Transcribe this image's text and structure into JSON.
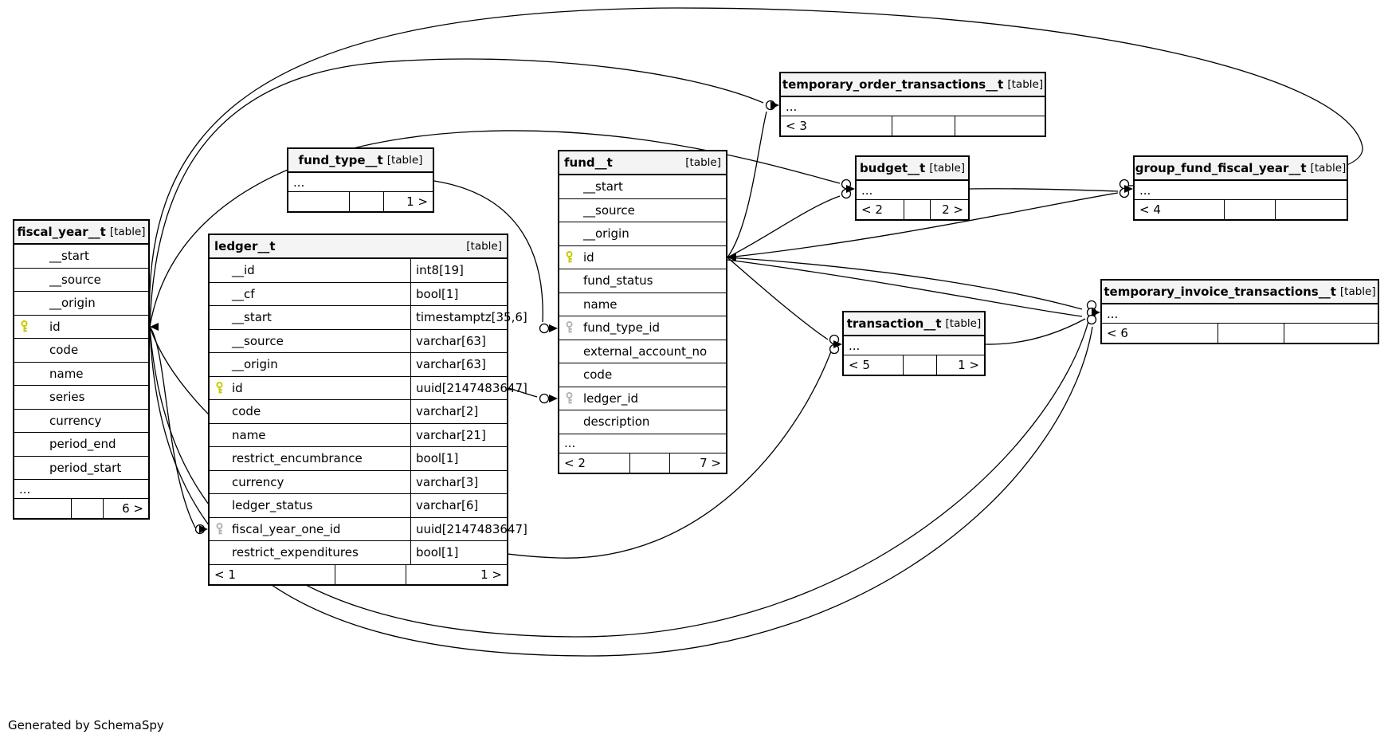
{
  "generator_note": "Generated by SchemaSpy",
  "colors": {
    "primary_key": "#c9c900",
    "foreign_key": "#b4b4b4",
    "header_bg": "#f4f4f4",
    "border": "#000000",
    "background": "#ffffff"
  },
  "tables": [
    {
      "id": "fiscal_year_t",
      "title": "fiscal_year__t",
      "tag": "[table]",
      "columns": [
        {
          "name": "__start"
        },
        {
          "name": "__source"
        },
        {
          "name": "__origin"
        },
        {
          "name": "id",
          "key": "primary"
        },
        {
          "name": "code"
        },
        {
          "name": "name"
        },
        {
          "name": "series"
        },
        {
          "name": "currency"
        },
        {
          "name": "period_end"
        },
        {
          "name": "period_start"
        }
      ],
      "ellipsis": "...",
      "footer": {
        "left": "",
        "mid": "",
        "right": "6 >"
      }
    },
    {
      "id": "fund_type_t",
      "title": "fund_type__t",
      "tag": "[table]",
      "columns": [],
      "ellipsis": "...",
      "footer": {
        "left": "",
        "mid": "",
        "right": "1 >"
      }
    },
    {
      "id": "ledger_t",
      "title": "ledger__t",
      "tag": "[table]",
      "columns": [
        {
          "name": "__id",
          "type": "int8[19]"
        },
        {
          "name": "__cf",
          "type": "bool[1]"
        },
        {
          "name": "__start",
          "type": "timestamptz[35,6]"
        },
        {
          "name": "__source",
          "type": "varchar[63]"
        },
        {
          "name": "__origin",
          "type": "varchar[63]"
        },
        {
          "name": "id",
          "type": "uuid[2147483647]",
          "key": "primary"
        },
        {
          "name": "code",
          "type": "varchar[2]"
        },
        {
          "name": "name",
          "type": "varchar[21]"
        },
        {
          "name": "restrict_encumbrance",
          "type": "bool[1]"
        },
        {
          "name": "currency",
          "type": "varchar[3]"
        },
        {
          "name": "ledger_status",
          "type": "varchar[6]"
        },
        {
          "name": "fiscal_year_one_id",
          "type": "uuid[2147483647]",
          "key": "foreign"
        },
        {
          "name": "restrict_expenditures",
          "type": "bool[1]"
        }
      ],
      "footer": {
        "left": "< 1",
        "mid": "",
        "right": "1 >"
      }
    },
    {
      "id": "fund_t",
      "title": "fund__t",
      "tag": "[table]",
      "columns": [
        {
          "name": "__start"
        },
        {
          "name": "__source"
        },
        {
          "name": "__origin"
        },
        {
          "name": "id",
          "key": "primary"
        },
        {
          "name": "fund_status"
        },
        {
          "name": "name"
        },
        {
          "name": "fund_type_id",
          "key": "foreign"
        },
        {
          "name": "external_account_no"
        },
        {
          "name": "code"
        },
        {
          "name": "ledger_id",
          "key": "foreign"
        },
        {
          "name": "description"
        }
      ],
      "ellipsis": "...",
      "footer": {
        "left": "< 2",
        "mid": "",
        "right": "7 >"
      }
    },
    {
      "id": "temporary_order_transactions_t",
      "title": "temporary_order_transactions__t",
      "tag": "[table]",
      "columns": [],
      "ellipsis": "...",
      "footer": {
        "left": "< 3",
        "mid": "",
        "right": ""
      }
    },
    {
      "id": "budget_t",
      "title": "budget__t",
      "tag": "[table]",
      "columns": [],
      "ellipsis": "...",
      "footer": {
        "left": "< 2",
        "mid": "",
        "right": "2 >"
      }
    },
    {
      "id": "group_fund_fiscal_year_t",
      "title": "group_fund_fiscal_year__t",
      "tag": "[table]",
      "columns": [],
      "ellipsis": "...",
      "footer": {
        "left": "< 4",
        "mid": "",
        "right": ""
      }
    },
    {
      "id": "temporary_invoice_transactions_t",
      "title": "temporary_invoice_transactions__t",
      "tag": "[table]",
      "columns": [],
      "ellipsis": "...",
      "footer": {
        "left": "< 6",
        "mid": "",
        "right": ""
      }
    },
    {
      "id": "transaction_t",
      "title": "transaction__t",
      "tag": "[table]",
      "columns": [],
      "ellipsis": "...",
      "footer": {
        "left": "< 5",
        "mid": "",
        "right": "1 >"
      }
    }
  ],
  "relationships": [
    {
      "from": "fiscal_year__t.id",
      "to": "ledger__t.fiscal_year_one_id"
    },
    {
      "from": "fiscal_year__t.id",
      "to": "temporary_order_transactions__t"
    },
    {
      "from": "fiscal_year__t.id",
      "to": "group_fund_fiscal_year__t"
    },
    {
      "from": "fiscal_year__t.id",
      "to": "budget__t"
    },
    {
      "from": "fiscal_year__t.id",
      "to": "transaction__t"
    },
    {
      "from": "fiscal_year__t.id",
      "to": "temporary_invoice_transactions__t"
    },
    {
      "from": "fund_type__t",
      "to": "fund__t.fund_type_id"
    },
    {
      "from": "ledger__t.id",
      "to": "fund__t.ledger_id"
    },
    {
      "from": "fund__t.id",
      "to": "temporary_order_transactions__t"
    },
    {
      "from": "fund__t.id",
      "to": "budget__t"
    },
    {
      "from": "fund__t.id",
      "to": "group_fund_fiscal_year__t"
    },
    {
      "from": "fund__t.id",
      "to": "transaction__t"
    },
    {
      "from": "fund__t.id",
      "to": "temporary_invoice_transactions__t"
    },
    {
      "from": "budget__t",
      "to": "group_fund_fiscal_year__t"
    },
    {
      "from": "transaction__t",
      "to": "temporary_invoice_transactions__t"
    }
  ]
}
